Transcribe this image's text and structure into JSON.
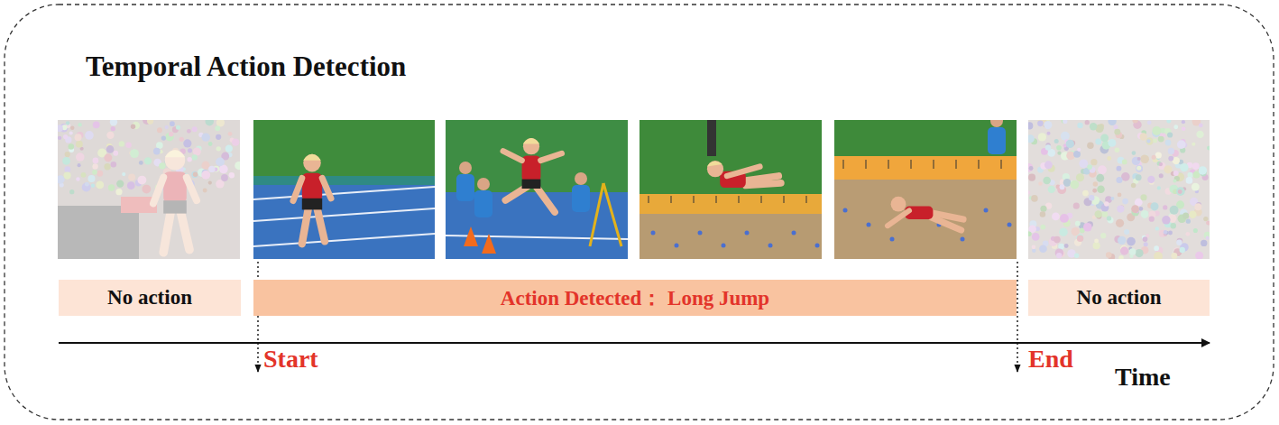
{
  "diagram": {
    "title": "Temporal Action Detection",
    "nodes": [
      {
        "text": [
          "No action"
        ]
      },
      {
        "text": [
          "Action Detected： Long Jump"
        ]
      },
      {
        "text": [
          "No action"
        ]
      }
    ],
    "labels": [
      "Start",
      "End",
      "Time"
    ]
  }
}
